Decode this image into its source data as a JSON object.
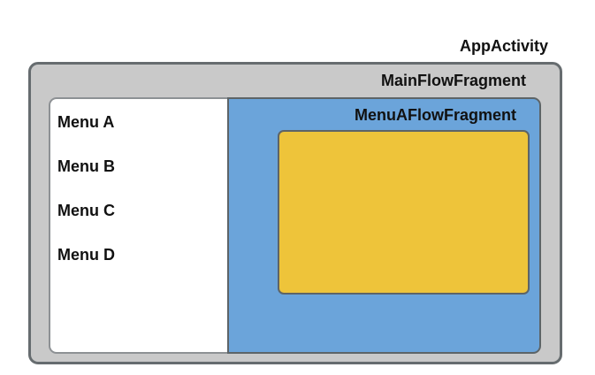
{
  "labels": {
    "app_activity": "AppActivity",
    "main_flow_fragment": "MainFlowFragment",
    "menu_a_flow_fragment": "MenuAFlowFragment"
  },
  "menu": {
    "items": [
      {
        "label": "Menu A"
      },
      {
        "label": "Menu B"
      },
      {
        "label": "Menu C"
      },
      {
        "label": "Menu D"
      }
    ]
  },
  "colors": {
    "background": "#ffffff",
    "outer_fill": "#c9c9c9",
    "outer_border": "#666c6f",
    "menu_panel_fill": "#ffffff",
    "menu_panel_border": "#8d9194",
    "blue_panel_fill": "#6ba4da",
    "dark_panel_border": "#5d6467",
    "content_box_fill": "#eec43a",
    "text": "#111111"
  }
}
